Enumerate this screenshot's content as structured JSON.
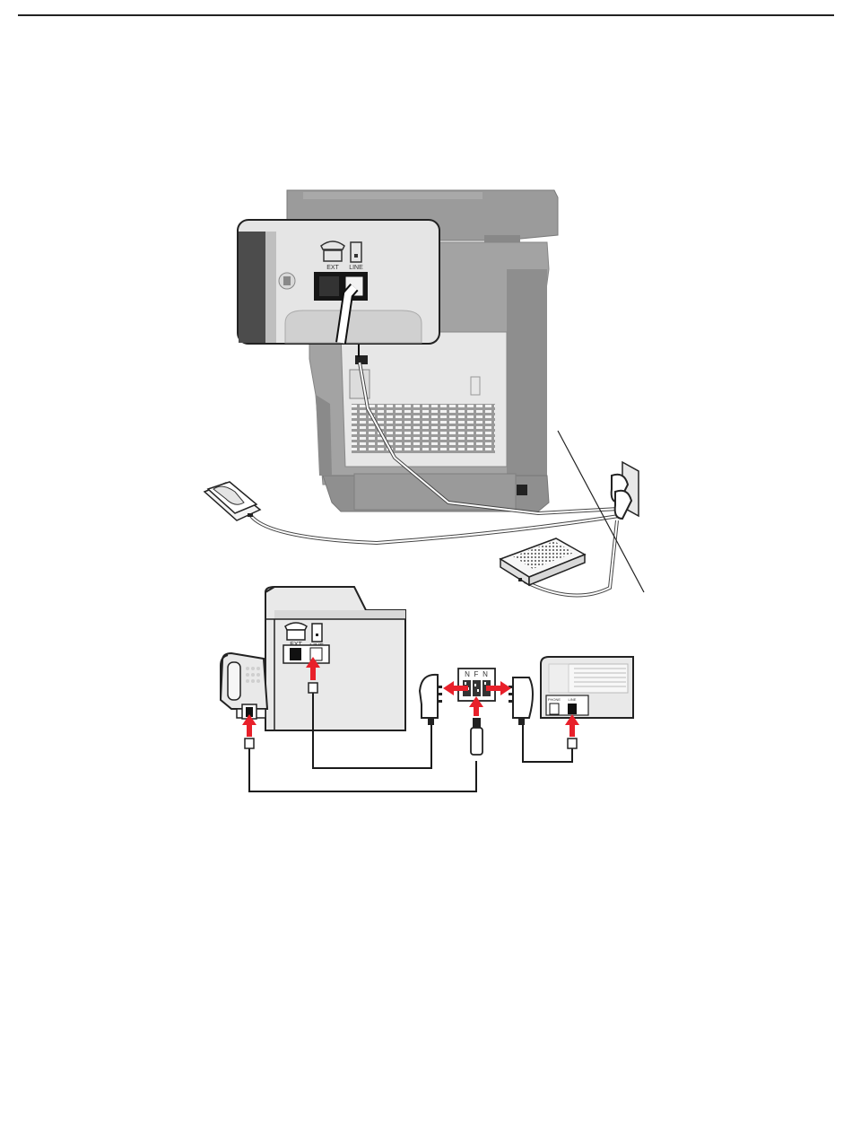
{
  "callout": {
    "ext_label": "EXT",
    "line_label": "LINE"
  },
  "schematic": {
    "ext_label": "EXT",
    "line_label": "LINE",
    "adapter_n1": "N",
    "adapter_f": "F",
    "adapter_n2": "N",
    "device_phone_label": "PHONE",
    "device_line_label": "LINE"
  },
  "colors": {
    "arrow": "#e8202a",
    "cable": "#1a1a1a",
    "printer": "#8c8c8c"
  }
}
